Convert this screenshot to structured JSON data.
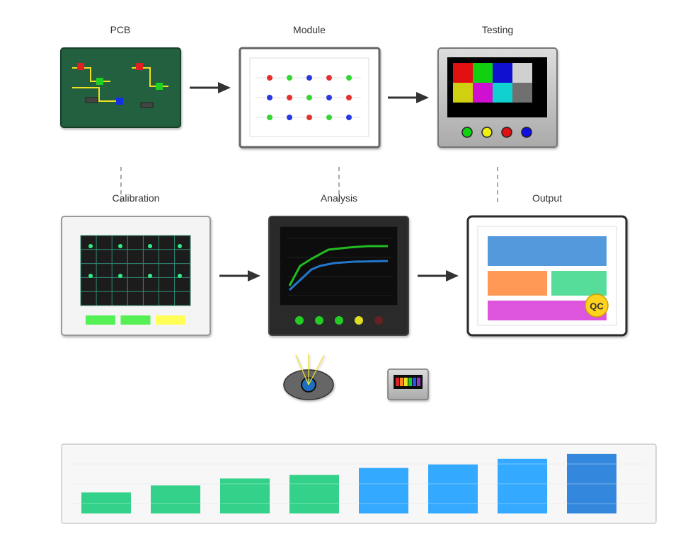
{
  "stages": {
    "pcb": {
      "label": "PCB"
    },
    "module": {
      "label": "Module"
    },
    "testing": {
      "label": "Testing"
    },
    "calibration": {
      "label": "Calibration"
    },
    "analysis": {
      "label": "Analysis"
    },
    "output": {
      "label": "Output",
      "badge": "QC"
    }
  },
  "module_grid": {
    "rows": [
      [
        "#e53030",
        "#33d633",
        "#2a38e0",
        "#e53030",
        "#33d633"
      ],
      [
        "#2a38e0",
        "#e53030",
        "#33d633",
        "#2a38e0",
        "#e53030"
      ],
      [
        "#33d633",
        "#2a38e0",
        "#e53030",
        "#33d633",
        "#2a38e0"
      ]
    ]
  },
  "testing": {
    "color_bars": [
      "#e01010",
      "#10d010",
      "#1010d0",
      "#d0d0d0",
      "#d0d010",
      "#d010d0",
      "#10d0d0",
      "#707070"
    ],
    "buttons": [
      "#10d010",
      "#f0f010",
      "#e01010",
      "#1010e0"
    ]
  },
  "calibration": {
    "indicators": [
      "#55f055",
      "#55f055",
      "#ffff55"
    ]
  },
  "analysis": {
    "leds": [
      "#22cc22",
      "#22cc22",
      "#22cc22",
      "#dddd22",
      "#662222"
    ],
    "colors": {
      "line1": "#22bb22",
      "line2": "#2277cc"
    }
  },
  "output": {
    "blocks": [
      "#5599dd",
      "#ff9955",
      "#55dd99",
      "#dd55dd"
    ]
  },
  "icons": {
    "inspection": "eye-icon",
    "battery": "battery-icon"
  },
  "progress": {
    "values": [
      3,
      4,
      5,
      5.5,
      6.5,
      7,
      7.8,
      8.5
    ],
    "colors": [
      "#33d189",
      "#33d189",
      "#33d189",
      "#33d189",
      "#33aaff",
      "#33aaff",
      "#33aaff",
      "#3388dd"
    ]
  }
}
